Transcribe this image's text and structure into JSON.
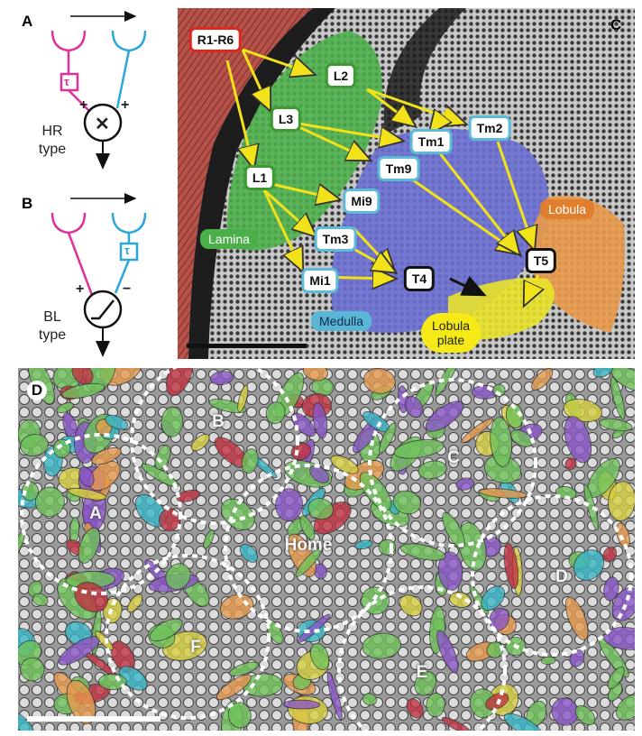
{
  "panels": {
    "a": "A",
    "b": "B",
    "c": "C",
    "d": "D"
  },
  "panel_a": {
    "delay_symbol": "τ",
    "sign_left": "+",
    "sign_right": "+",
    "op_symbol": "✕",
    "type_line1": "HR",
    "type_line2": "type"
  },
  "panel_b": {
    "delay_symbol": "τ",
    "sign_left": "+",
    "sign_right": "−",
    "type_line1": "BL",
    "type_line2": "type"
  },
  "panel_c": {
    "nodes": {
      "r1r6": "R1-R6",
      "l1": "L1",
      "l2": "L2",
      "l3": "L3",
      "tm1": "Tm1",
      "tm2": "Tm2",
      "tm3": "Tm3",
      "tm9": "Tm9",
      "mi1": "Mi1",
      "mi9": "Mi9",
      "t4": "T4",
      "t5": "T5"
    },
    "regions": {
      "lamina": "Lamina",
      "medulla": "Medulla",
      "lobula": "Lobula",
      "lobula_plate_1": "Lobula",
      "lobula_plate_2": "plate"
    },
    "colors": {
      "lamina": "#4cb04a",
      "medulla": "#6b6fd0",
      "lobula": "#e89a4d",
      "lobula_plate": "#e8e22a",
      "retina": "#b5524a",
      "arrow": "#f2e21a"
    }
  },
  "panel_d": {
    "zones": {
      "a": "A",
      "b": "B",
      "c": "C",
      "d": "D",
      "e": "E",
      "f": "F",
      "home": "Home"
    },
    "colors": {
      "green": "#6fc25a",
      "purple": "#8a55c8",
      "red": "#c03040",
      "orange": "#e89a4d",
      "yellow": "#d8d040",
      "cyan": "#37b7c7",
      "gray": "#d6d6d6"
    }
  }
}
